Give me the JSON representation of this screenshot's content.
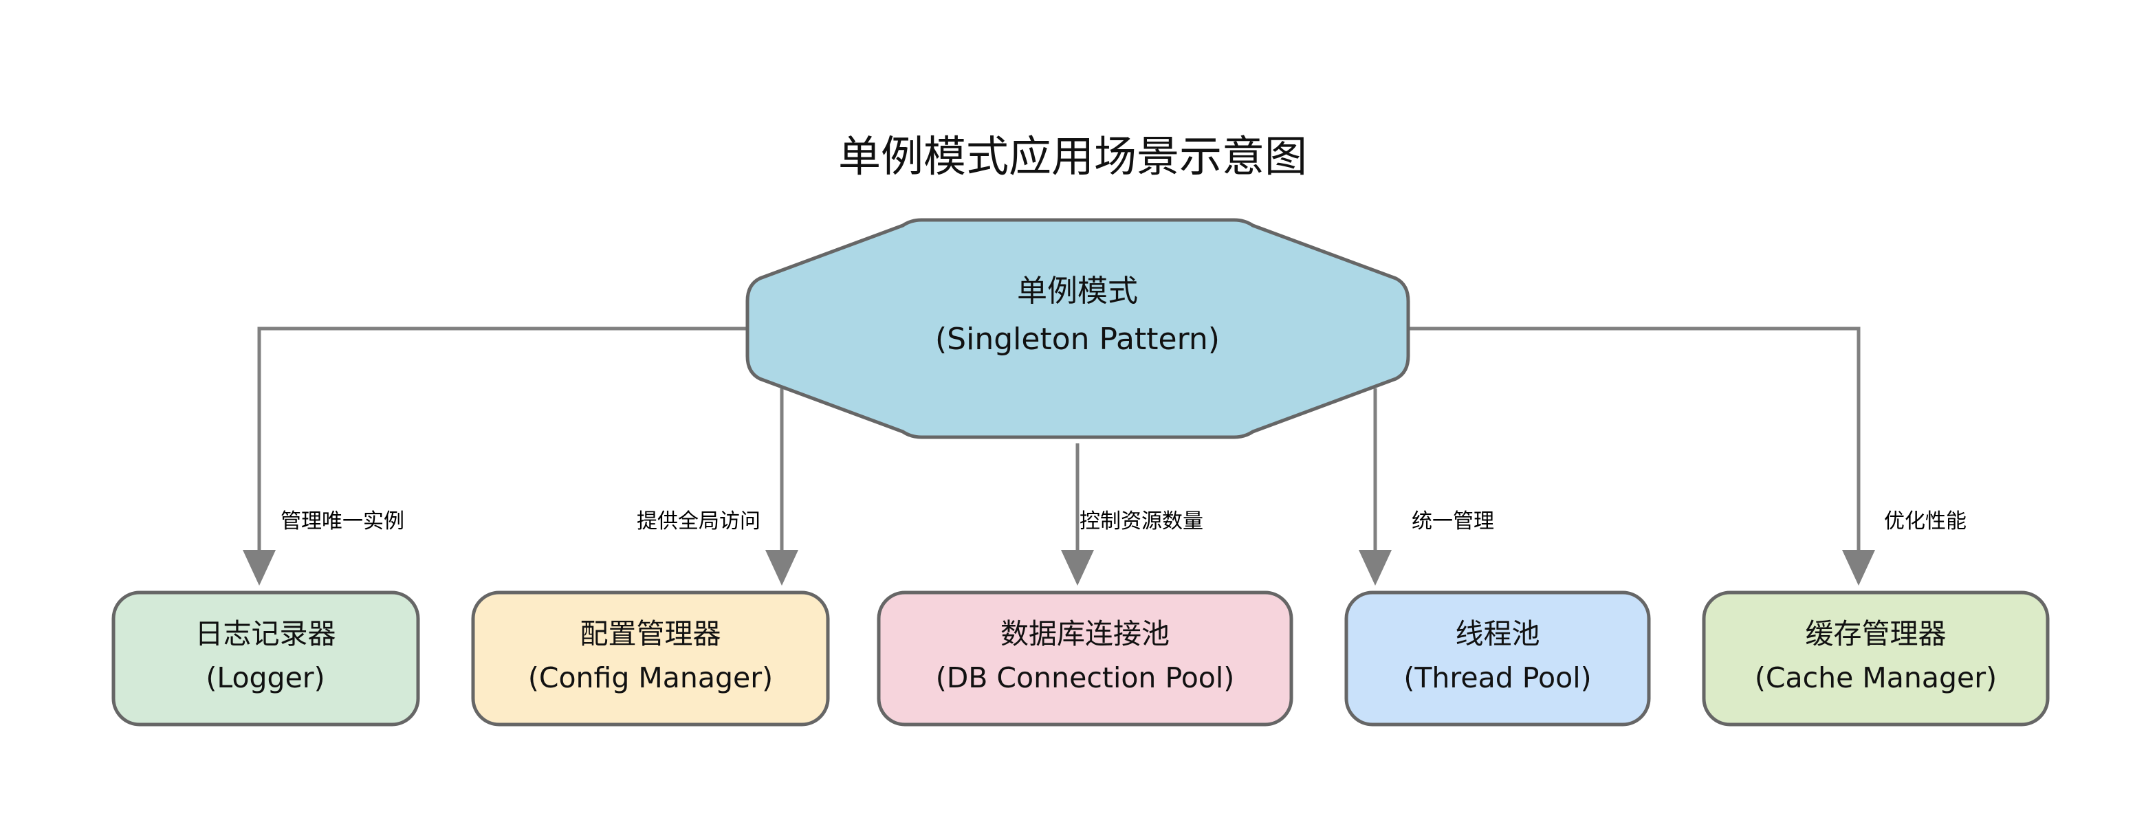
{
  "diagram": {
    "title": "单例模式应用场景示意图",
    "background_color": "#ffffff",
    "edge_color": "#808080",
    "node_border_color": "#666666",
    "root": {
      "id": "singleton",
      "shape": "hexagon",
      "line1": "单例模式",
      "line2": "(Singleton Pattern)",
      "fill_color": "#add8e6"
    },
    "nodes": [
      {
        "id": "logger",
        "shape": "rounded-rect",
        "line1": "日志记录器",
        "line2": "(Logger)",
        "fill_color": "#d4ead8"
      },
      {
        "id": "config-manager",
        "shape": "rounded-rect",
        "line1": "配置管理器",
        "line2": "(Config Manager)",
        "fill_color": "#fdecc8"
      },
      {
        "id": "db-connection-pool",
        "shape": "rounded-rect",
        "line1": "数据库连接池",
        "line2": "(DB Connection Pool)",
        "fill_color": "#f6d4dc"
      },
      {
        "id": "thread-pool",
        "shape": "rounded-rect",
        "line1": "线程池",
        "line2": "(Thread Pool)",
        "fill_color": "#c9e1fa"
      },
      {
        "id": "cache-manager",
        "shape": "rounded-rect",
        "line1": "缓存管理器",
        "line2": "(Cache Manager)",
        "fill_color": "#dcebc8"
      }
    ],
    "edges": [
      {
        "id": "edge-1",
        "from": "singleton",
        "to": "logger",
        "label": "管理唯一实例"
      },
      {
        "id": "edge-2",
        "from": "singleton",
        "to": "config-manager",
        "label": "提供全局访问"
      },
      {
        "id": "edge-3",
        "from": "singleton",
        "to": "db-connection-pool",
        "label": "控制资源数量"
      },
      {
        "id": "edge-4",
        "from": "singleton",
        "to": "thread-pool",
        "label": "统一管理"
      },
      {
        "id": "edge-5",
        "from": "singleton",
        "to": "cache-manager",
        "label": "优化性能"
      }
    ]
  }
}
